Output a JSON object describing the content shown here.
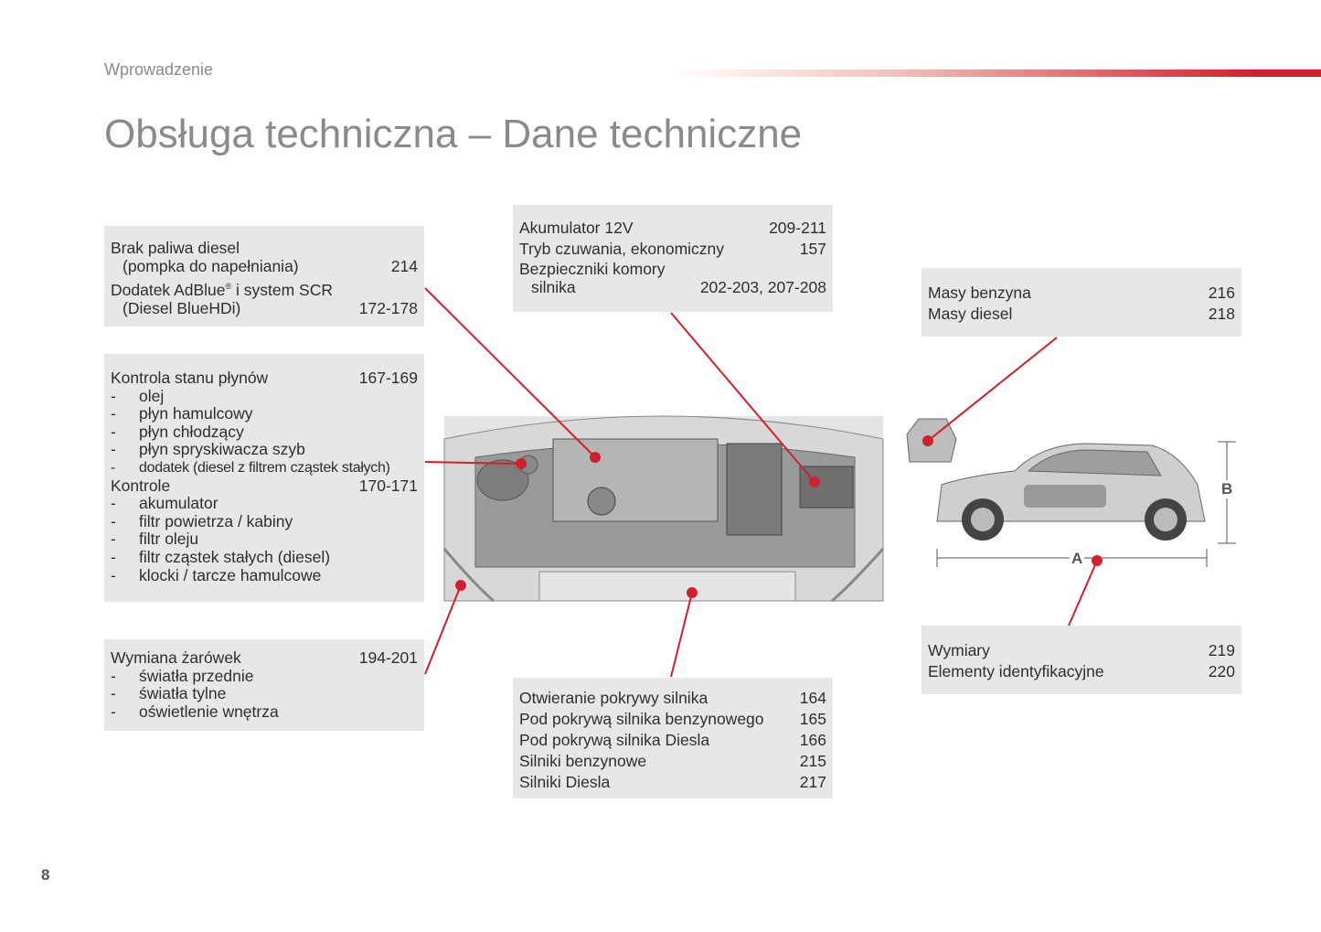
{
  "header": {
    "section": "Wprowadzenie",
    "title": "Obsługa techniczna – Dane techniczne"
  },
  "boxes": {
    "fuel": {
      "l1": "Brak paliwa diesel",
      "l2": "(pompka do napełniania)",
      "p2": "214",
      "l3a": "Dodatek AdBlue",
      "l3sup": "®",
      "l3b": " i system SCR",
      "l4": "(Diesel BlueHDi)",
      "p4": "172-178"
    },
    "checks": {
      "h1": "Kontrola stanu płynów",
      "p1": "167-169",
      "items1": [
        "olej",
        "płyn hamulcowy",
        "płyn chłodzący",
        "płyn spryskiwacza szyb",
        "dodatek (diesel z filtrem cząstek stałych)"
      ],
      "h2": "Kontrole",
      "p2": "170-171",
      "items2": [
        "akumulator",
        "filtr powietrza / kabiny",
        "filtr oleju",
        "filtr cząstek stałych (diesel)",
        "klocki / tarcze hamulcowe"
      ],
      "dash": "-"
    },
    "bulbs": {
      "h": "Wymiana żarówek",
      "p": "194-201",
      "items": [
        "światła przednie",
        "światła tylne",
        "oświetlenie wnętrza"
      ]
    },
    "battery": {
      "l1": "Akumulator 12V",
      "p1": "209-211",
      "l2": "Tryb czuwania, ekonomiczny",
      "p2": "157",
      "l3": "Bezpieczniki komory",
      "l4": "silnika",
      "p4": "202-203, 207-208"
    },
    "bonnet": {
      "rows": [
        {
          "t": "Otwieranie pokrywy silnika",
          "p": "164"
        },
        {
          "t": "Pod pokrywą silnika benzynowego",
          "p": "165"
        },
        {
          "t": "Pod pokrywą silnika Diesla",
          "p": "166"
        },
        {
          "t": "Silniki benzynowe",
          "p": "215"
        },
        {
          "t": "Silniki Diesla",
          "p": "217"
        }
      ]
    },
    "masses": {
      "rows": [
        {
          "t": "Masy benzyna",
          "p": "216"
        },
        {
          "t": "Masy diesel",
          "p": "218"
        }
      ]
    },
    "dims": {
      "rows": [
        {
          "t": "Wymiary",
          "p": "219"
        },
        {
          "t": "Elementy identyfikacyjne",
          "p": "220"
        }
      ]
    }
  },
  "car_labels": {
    "length": "A",
    "height": "B"
  },
  "colors": {
    "accent": "#d0202e",
    "box": "#e6e7e8"
  },
  "page_number": "8"
}
